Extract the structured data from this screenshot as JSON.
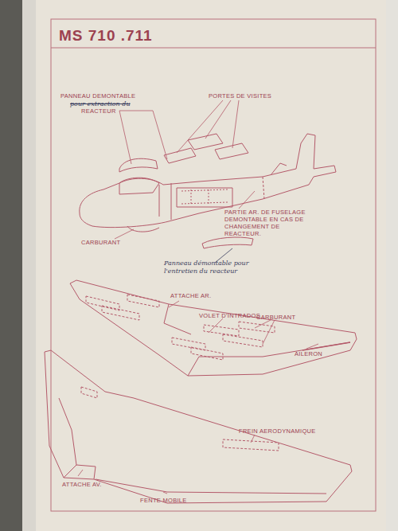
{
  "diagram": {
    "title": "MS 710 .711",
    "labels": [
      "PANNEAU DEMONTABLE",
      "pour extraction du",
      "REACTEUR",
      "PORTES DE VISITES",
      "CARBURANT",
      "PARTIE AR. DE FUSELAGE DEMONTABLE EN CAS DE CHANGEMENT DE REACTEUR.",
      "Panneau démontable pour l'entretien du reacteur",
      "ATTACHE AR.",
      "VOLET D'INTRADOS",
      "CARBURANT",
      "AILERON",
      "FREIN AERODYNAMIQUE",
      "ATTACHE AV.",
      "FENTE MOBILE"
    ]
  }
}
